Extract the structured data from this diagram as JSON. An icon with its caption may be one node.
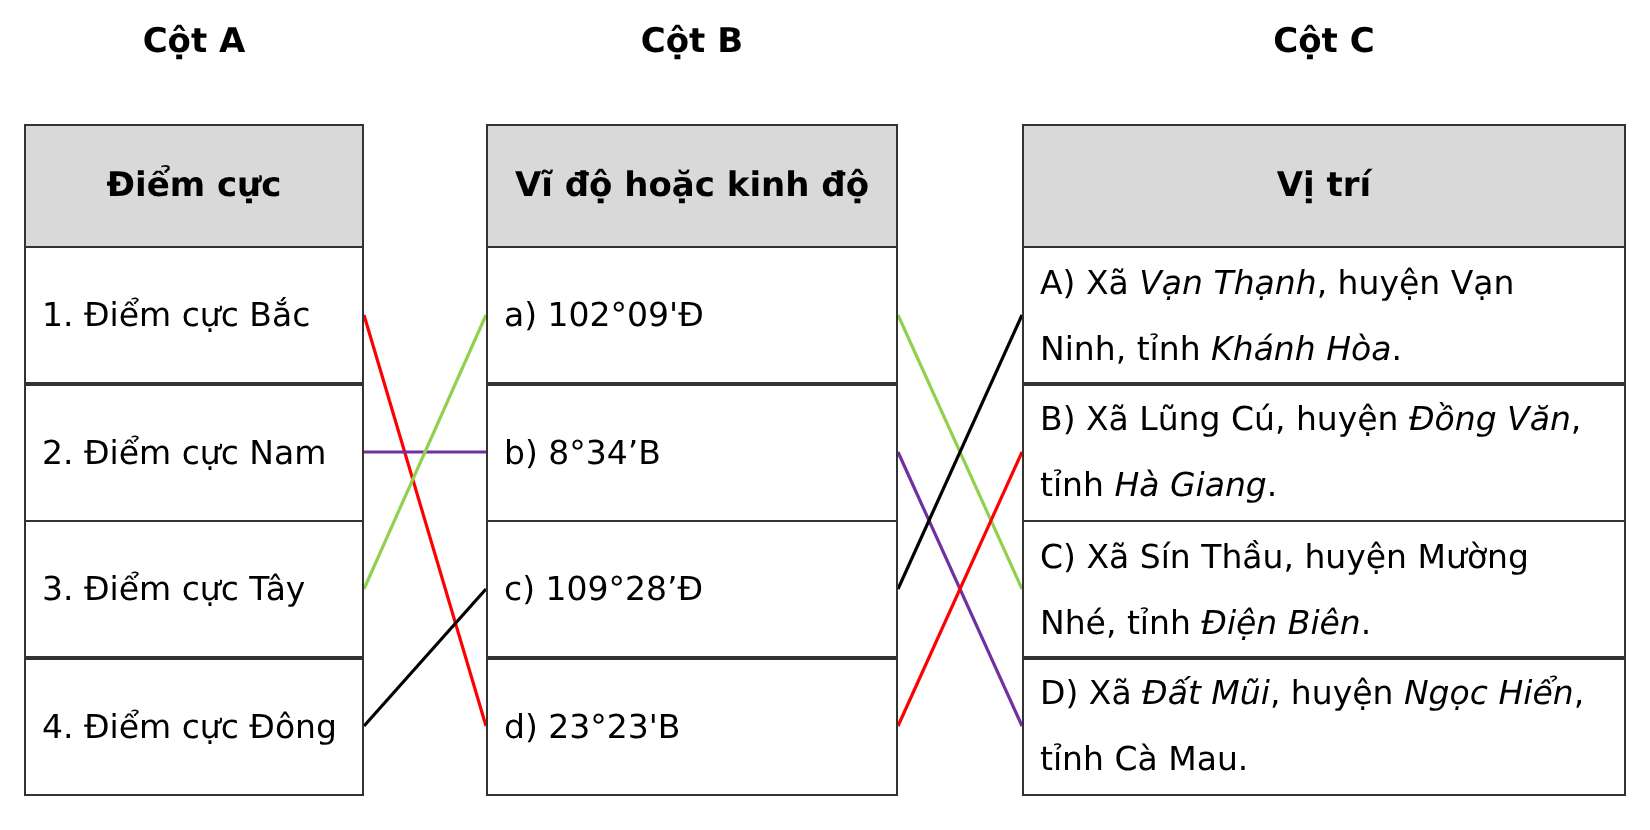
{
  "diagram": {
    "nodes": [
      {
        "text": [
          "Điểm cực"
        ]
      },
      {
        "text": [
          "1. Điểm cực Bắc"
        ]
      },
      {
        "text": [
          "2. Điểm cực Nam"
        ]
      },
      {
        "text": [
          "3. Điểm cực Tây"
        ]
      },
      {
        "text": [
          "4. Điểm cực Đông"
        ]
      },
      {
        "text": [
          "Vĩ độ hoặc kinh độ"
        ]
      },
      {
        "text": [
          "a) 102°09'Đ"
        ]
      },
      {
        "text": [
          "b) 8°34’B"
        ]
      },
      {
        "text": [
          "c) 109°28’Đ"
        ]
      },
      {
        "text": [
          "d) 23°23'B"
        ]
      },
      {
        "text": [
          "Vị trí"
        ]
      },
      {
        "text": [
          "A) Xã *Vạn Thạnh*, huyện Vạn Ninh, tỉnh *Khánh Hòa*."
        ]
      },
      {
        "text": [
          "B) Xã Lũng Cú, huyện *Đồng Văn*, tỉnh *Hà Giang*."
        ]
      },
      {
        "text": [
          "C) Xã Sín Thầu, huyện Mường Nhé, tỉnh *Điện Biên*."
        ]
      },
      {
        "text": [
          "D) Xã *Đất Mũi*, huyện *Ngọc Hiển*, tỉnh Cà Mau."
        ]
      }
    ],
    "edges": [
      {
        "from": 1,
        "to": 9,
        "arrow": "none",
        "color": "#ff0000"
      },
      {
        "from": 2,
        "to": 7,
        "arrow": "none",
        "color": "#7030a0"
      },
      {
        "from": 3,
        "to": 6,
        "arrow": "none",
        "color": "#92d050"
      },
      {
        "from": 4,
        "to": 8,
        "arrow": "none",
        "color": "#000000"
      },
      {
        "from": 6,
        "to": 13,
        "arrow": "none",
        "color": "#92d050"
      },
      {
        "from": 7,
        "to": 14,
        "arrow": "none",
        "color": "#7030a0"
      },
      {
        "from": 8,
        "to": 11,
        "arrow": "none",
        "color": "#000000"
      },
      {
        "from": 9,
        "to": 12,
        "arrow": "none",
        "color": "#ff0000"
      }
    ],
    "labels": [
      "Cột A",
      "Cột B",
      "Cột C"
    ]
  }
}
